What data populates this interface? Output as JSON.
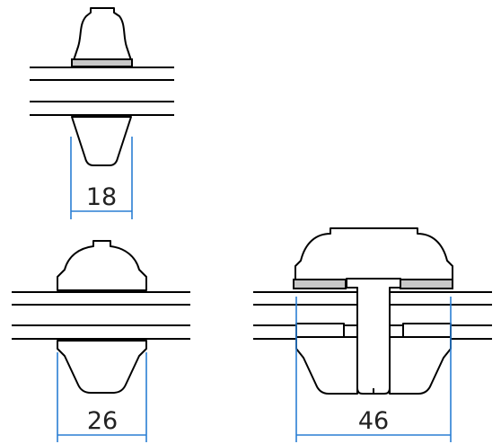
{
  "diagram": {
    "colors": {
      "outline": "#000000",
      "gasket_fill": "#c8c8c8",
      "dimension_line": "#2a7fd4",
      "label_text": "#222222"
    },
    "fasteners": [
      {
        "id": "small",
        "dimension_label": "18"
      },
      {
        "id": "medium",
        "dimension_label": "26"
      },
      {
        "id": "large",
        "dimension_label": "46"
      }
    ]
  }
}
